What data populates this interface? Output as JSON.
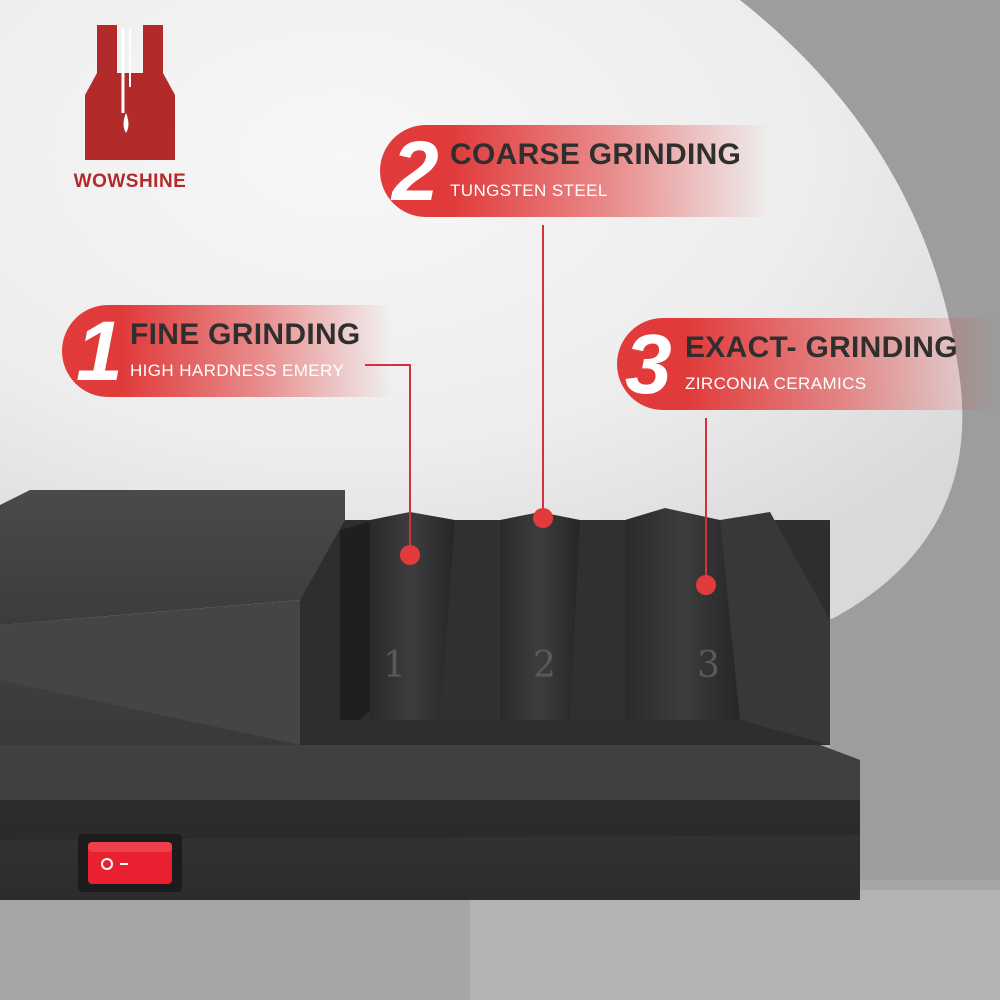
{
  "brand": {
    "name": "WOWSHINE",
    "color": "#b22a2a"
  },
  "callouts": [
    {
      "number": "1",
      "title": "FINE GRINDING",
      "subtitle": "HIGH HARDNESS EMERY"
    },
    {
      "number": "2",
      "title": "COARSE GRINDING",
      "subtitle": "TUNGSTEN STEEL"
    },
    {
      "number": "3",
      "title": "EXACT- GRINDING",
      "subtitle": "ZIRCONIA CERAMICS"
    }
  ],
  "slots": [
    {
      "label": "1"
    },
    {
      "label": "2"
    },
    {
      "label": "3"
    }
  ],
  "colors": {
    "accent": "#e23b3b",
    "device": "#3a3a3a",
    "switch": "#e8202f"
  },
  "icons": {
    "logo": "knife-block-logo-icon",
    "power": "power-switch-icon"
  }
}
